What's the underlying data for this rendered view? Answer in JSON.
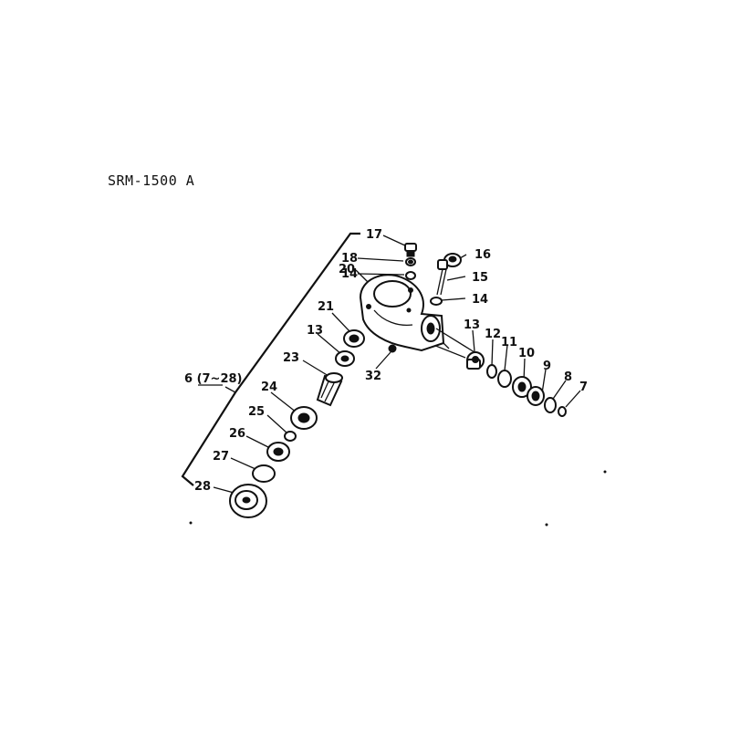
{
  "title": "SRM-1500 A",
  "assembly_label": "6 (7~28)",
  "part_numbers": [
    "17",
    "18",
    "14",
    "20",
    "16",
    "15",
    "14",
    "21",
    "13",
    "13",
    "12",
    "11",
    "10",
    "9",
    "8",
    "7",
    "23",
    "32",
    "24",
    "25",
    "26",
    "27",
    "28"
  ]
}
